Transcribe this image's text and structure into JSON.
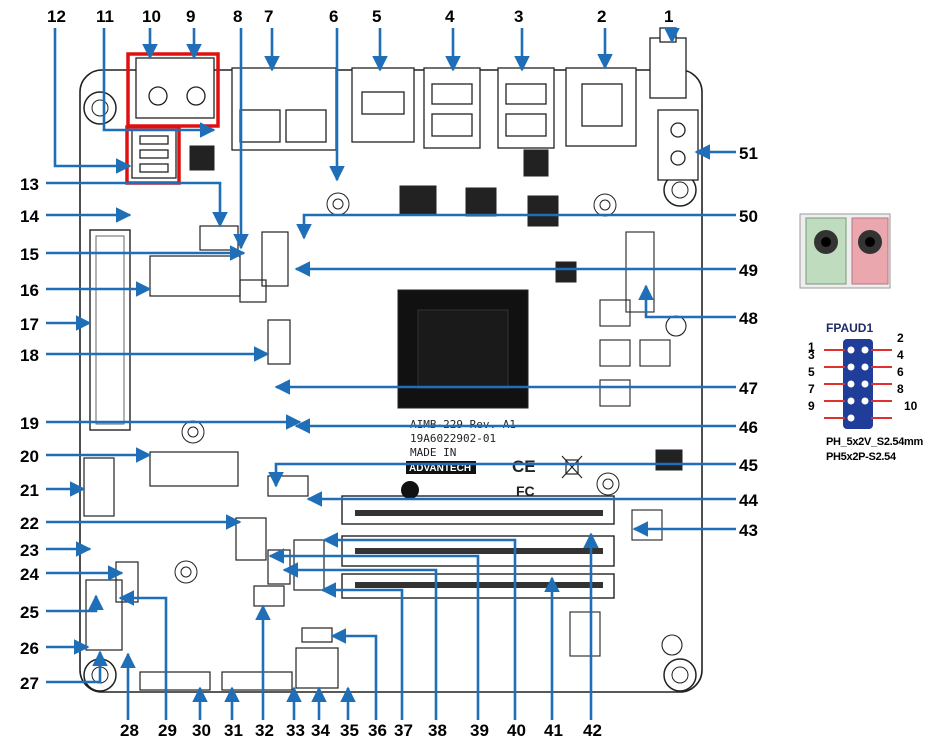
{
  "callouts": [
    "1",
    "2",
    "3",
    "4",
    "5",
    "6",
    "7",
    "8",
    "9",
    "10",
    "11",
    "12",
    "13",
    "14",
    "15",
    "16",
    "17",
    "18",
    "19",
    "20",
    "21",
    "22",
    "23",
    "24",
    "25",
    "26",
    "27",
    "28",
    "29",
    "30",
    "31",
    "32",
    "33",
    "34",
    "35",
    "36",
    "37",
    "38",
    "39",
    "40",
    "41",
    "42",
    "43",
    "44",
    "45",
    "46",
    "47",
    "48",
    "49",
    "50",
    "51"
  ],
  "board_silkscreen": {
    "model": "AIMB-229 Rev. A1",
    "part_number": "19A6022902-01",
    "made_in": "MADE IN",
    "brand": "ADVANTECH",
    "ce_mark": "CE",
    "fcc_mark": "FC"
  },
  "fpaud": {
    "title": "FPAUD1",
    "pin_labels": [
      "1",
      "2",
      "3",
      "4",
      "5",
      "6",
      "7",
      "8",
      "9",
      "10"
    ],
    "spec_line1": "PH_5x2V_S2.54mm",
    "spec_line2": "PH5x2P-S2.54"
  },
  "colors": {
    "callout_line": "#1f6fb8",
    "highlight_box": "#e01010",
    "audio_jack_green": "#bfdcbf",
    "audio_jack_pink": "#eba7ae",
    "pin_header_blue": "#1f3d99",
    "pin_header_red": "#e03030"
  }
}
